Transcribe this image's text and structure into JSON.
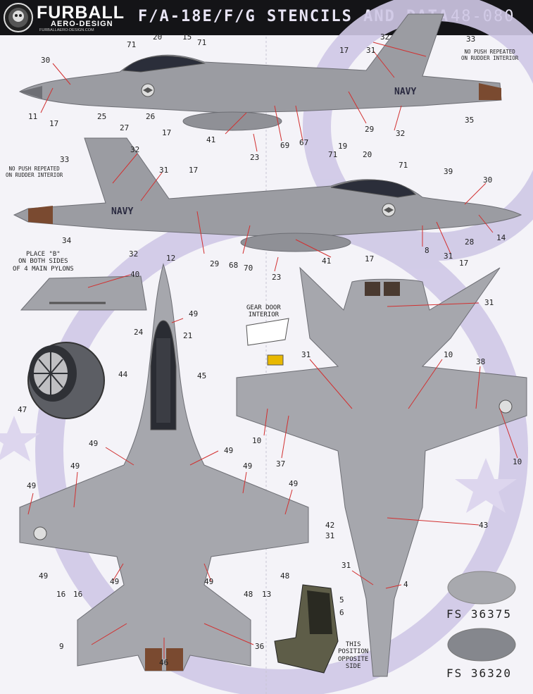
{
  "header": {
    "brand": "FURBALL",
    "brand_sub": "AERO-DESIGN",
    "brand_url": "FURBALLAERO-DESIGN.COM",
    "title": "F/A-18E/F/G STENCILS AND DATA",
    "catalog": "48-080"
  },
  "notes": {
    "rudder_top": "NO PUSH REPEATED\nON RUDDER INTERIOR",
    "rudder_left": "NO PUSH REPEATED\nON RUDDER INTERIOR",
    "pylon": "PLACE \"B\"\nON BOTH SIDES\nOF 4 MAIN PYLONS",
    "gear_door": "GEAR DOOR\nINTERIOR",
    "seat": "THIS\nPOSITION\nOPPOSITE\nSIDE"
  },
  "aircraft_marking": "NAVY",
  "swatches": [
    {
      "label": "FS 36375",
      "color": "#a8a9ae"
    },
    {
      "label": "FS 36320",
      "color": "#85878d"
    }
  ],
  "callouts": [
    {
      "t": "30"
    },
    {
      "t": "11"
    },
    {
      "t": "17"
    },
    {
      "t": "25"
    },
    {
      "t": "27"
    },
    {
      "t": "26"
    },
    {
      "t": "17"
    },
    {
      "t": "71"
    },
    {
      "t": "20"
    },
    {
      "t": "15"
    },
    {
      "t": "71"
    },
    {
      "t": "17"
    },
    {
      "t": "32"
    },
    {
      "t": "33"
    },
    {
      "t": "31"
    },
    {
      "t": "29"
    },
    {
      "t": "32"
    },
    {
      "t": "35"
    },
    {
      "t": "41"
    },
    {
      "t": "23"
    },
    {
      "t": "69"
    },
    {
      "t": "67"
    },
    {
      "t": "33"
    },
    {
      "t": "32"
    },
    {
      "t": "31"
    },
    {
      "t": "17"
    },
    {
      "t": "71"
    },
    {
      "t": "19"
    },
    {
      "t": "20"
    },
    {
      "t": "71"
    },
    {
      "t": "39"
    },
    {
      "t": "30"
    },
    {
      "t": "14"
    },
    {
      "t": "34"
    },
    {
      "t": "32"
    },
    {
      "t": "12"
    },
    {
      "t": "29"
    },
    {
      "t": "68"
    },
    {
      "t": "70"
    },
    {
      "t": "41"
    },
    {
      "t": "23"
    },
    {
      "t": "17"
    },
    {
      "t": "31"
    },
    {
      "t": "17"
    },
    {
      "t": "28"
    },
    {
      "t": "8"
    },
    {
      "t": "40"
    },
    {
      "t": "47"
    },
    {
      "t": "49"
    },
    {
      "t": "24"
    },
    {
      "t": "21"
    },
    {
      "t": "44"
    },
    {
      "t": "45"
    },
    {
      "t": "49"
    },
    {
      "t": "49"
    },
    {
      "t": "49"
    },
    {
      "t": "49"
    },
    {
      "t": "49"
    },
    {
      "t": "49"
    },
    {
      "t": "49"
    },
    {
      "t": "49"
    },
    {
      "t": "49"
    },
    {
      "t": "48"
    },
    {
      "t": "16"
    },
    {
      "t": "16"
    },
    {
      "t": "48"
    },
    {
      "t": "13"
    },
    {
      "t": "9"
    },
    {
      "t": "36"
    },
    {
      "t": "46"
    },
    {
      "t": "31"
    },
    {
      "t": "31"
    },
    {
      "t": "10"
    },
    {
      "t": "38"
    },
    {
      "t": "10"
    },
    {
      "t": "37"
    },
    {
      "t": "10"
    },
    {
      "t": "43"
    },
    {
      "t": "42"
    },
    {
      "t": "31"
    },
    {
      "t": "31"
    },
    {
      "t": "4"
    },
    {
      "t": "5"
    },
    {
      "t": "6"
    }
  ]
}
